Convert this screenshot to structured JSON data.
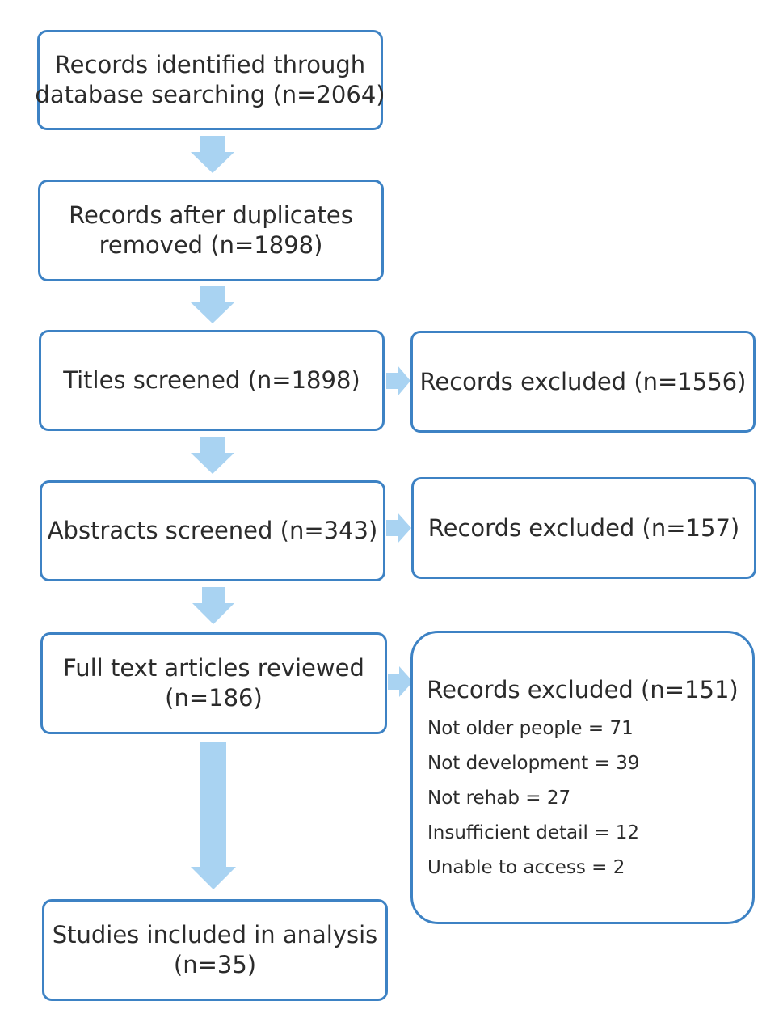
{
  "flow": {
    "identified": [
      "Records identified through",
      "database searching (n=2064)"
    ],
    "after_duplicates": [
      "Records after duplicates",
      "removed (n=1898)"
    ],
    "titles": "Titles screened (n=1898)",
    "abstracts": "Abstracts screened (n=343)",
    "full_text": [
      "Full text articles reviewed",
      "(n=186)"
    ],
    "included": [
      "Studies included in analysis",
      "(n=35)"
    ]
  },
  "excluded": {
    "titles": "Records excluded (n=1556)",
    "abstracts": "Records excluded (n=157)",
    "full_text": "Records excluded (n=151)",
    "reasons": [
      "Not older people = 71",
      "Not development = 39",
      "Not rehab = 27",
      "Insufficient detail = 12",
      "Unable to access = 2"
    ]
  },
  "colors": {
    "box_border": "#3d82c4",
    "arrow_fill": "#a9d3f2",
    "text": "#2b2b2b"
  }
}
